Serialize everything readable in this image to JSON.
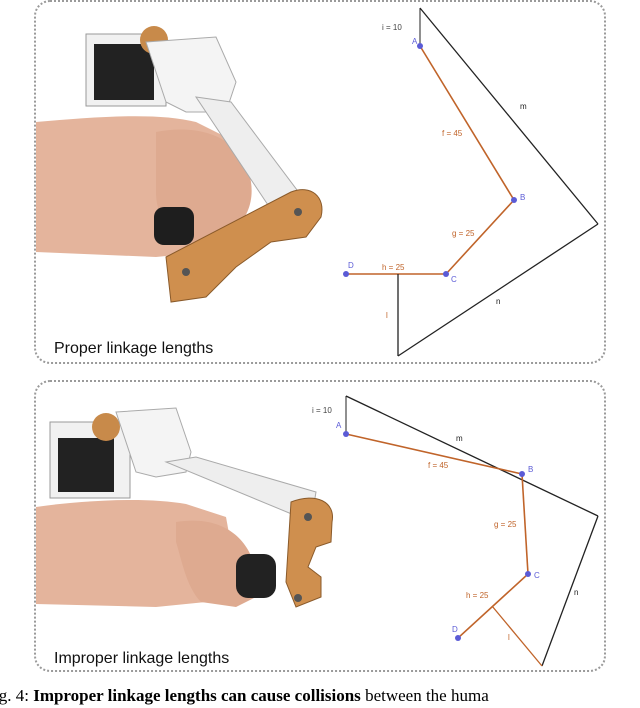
{
  "panels": [
    {
      "label": "Proper linkage lengths",
      "diagram": {
        "segment_labels": {
          "i": "i = 10",
          "f": "f = 45",
          "g": "g = 25",
          "h": "h = 25",
          "l": "l",
          "m": "m",
          "n": "n"
        },
        "points": [
          "A",
          "B",
          "C",
          "D"
        ]
      }
    },
    {
      "label": "Improper linkage lengths",
      "diagram": {
        "segment_labels": {
          "i": "i = 10",
          "f": "f = 45",
          "g": "g = 25",
          "h": "h = 25",
          "l": "l",
          "m": "m",
          "n": "n"
        },
        "points": [
          "A",
          "B",
          "C",
          "D"
        ]
      }
    }
  ],
  "caption": {
    "prefix": "ig. 4: ",
    "bold": "Improper linkage lengths can cause collisions",
    "rest": " between the huma"
  },
  "colors": {
    "linkage": "#c0642a",
    "frame": "#222222",
    "point": "#5b5bd6",
    "orthosis": "#cf8f4e",
    "skin": "#e6b7a0"
  }
}
